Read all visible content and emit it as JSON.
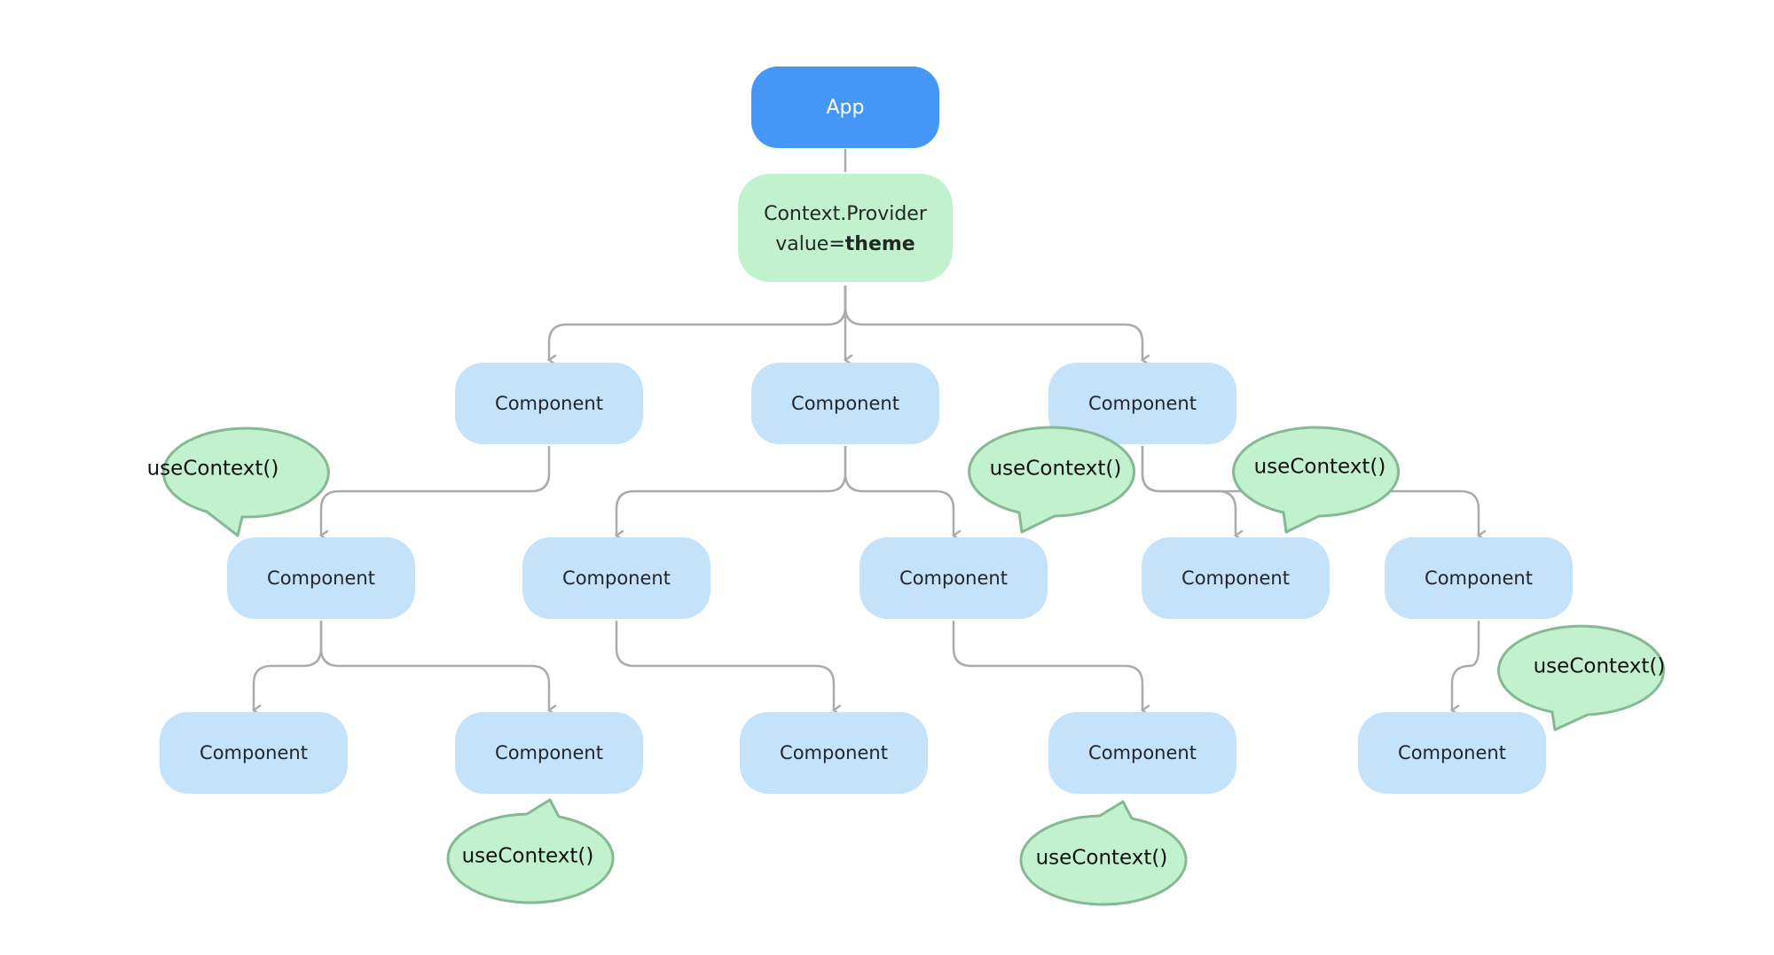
{
  "nodes": {
    "app": {
      "label": "App"
    },
    "provider": {
      "line1": "Context.Provider",
      "line2_prefix": "value=",
      "line2_bold": "theme"
    },
    "component_label": "Component"
  },
  "bubbles": {
    "label": "useContext()"
  },
  "colors": {
    "app": "#4596f5",
    "provider": "#c1f1cd",
    "component": "#c5e2fb",
    "bubble_fill": "#c1f1cd",
    "bubble_stroke": "#86b893",
    "edge": "#ababab"
  }
}
